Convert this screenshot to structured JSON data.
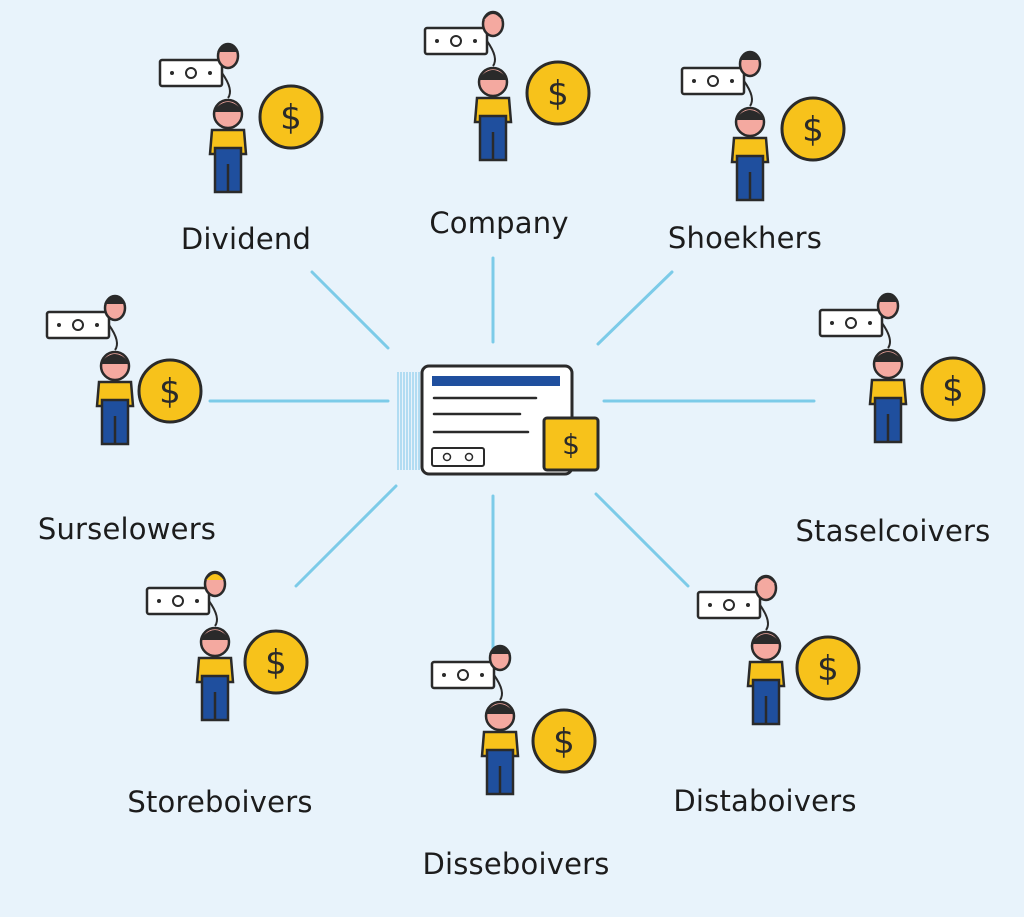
{
  "colors": {
    "background": "#e8f3fb",
    "connector": "#7ccbe8",
    "outline": "#2a2a2a",
    "coin": "#f7c21b",
    "shirt": "#f7c21b",
    "pants": "#1f4f9e",
    "skin": "#f4a9a0",
    "hair": "#2a2a2a",
    "bill": "#ffffff",
    "hub_header": "#1f4f9e"
  },
  "hub": {
    "name": "dividend-payment-document",
    "icon": "document-dollar-icon",
    "badge_symbol": "$"
  },
  "nodes": [
    {
      "id": "dividend",
      "label": "Dividend",
      "hair": "#2a2a2a"
    },
    {
      "id": "company",
      "label": "Company",
      "hair": "#f4a9a0"
    },
    {
      "id": "shoekhers",
      "label": "Shoekhers",
      "hair": "#2a2a2a"
    },
    {
      "id": "stasel",
      "label": "Staselcoivers",
      "hair": "#2a2a2a"
    },
    {
      "id": "distaboivers",
      "label": "Distaboivers",
      "hair": "#f4a9a0"
    },
    {
      "id": "disseboivers",
      "label": "Disseboivers",
      "hair": "#2a2a2a"
    },
    {
      "id": "storeboivers",
      "label": "Storeboivers",
      "hair": "#f7c21b"
    },
    {
      "id": "surselowers",
      "label": "Surselowers",
      "hair": "#2a2a2a"
    }
  ],
  "coin_symbol": "$"
}
